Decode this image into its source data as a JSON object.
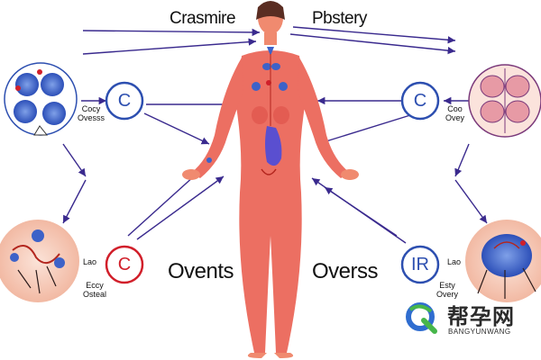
{
  "titles": {
    "left": "Crasmire",
    "right": "Pbstery"
  },
  "middle_labels": {
    "left": "Ovents",
    "right": "Overss"
  },
  "nodes": {
    "top_left": {
      "letter": "C",
      "caption_line1": "Cocy",
      "caption_line2": "Ovesss"
    },
    "top_right": {
      "letter": "C",
      "caption_line1": "Coo",
      "caption_line2": "Ovey"
    },
    "bottom_left": {
      "letter": "C",
      "caption_top": "Lao",
      "caption_line1": "Eccy",
      "caption_line2": "Osteal"
    },
    "bottom_right": {
      "letter": "IR",
      "caption_top": "Lao",
      "caption_line1": "Esty",
      "caption_line2": "Overy"
    }
  },
  "watermark": {
    "cn": "帮孕网",
    "en": "BANGYUNWANG",
    "logo": "q-logo-icon"
  },
  "colors": {
    "body": "#ec6f62",
    "arrow": "#3a2a8e",
    "node_ring": "#2d4fb0",
    "node_red": "#d11f2a",
    "organ_blue": "#3d62c8",
    "tissue_pink": "#e79aa5"
  }
}
